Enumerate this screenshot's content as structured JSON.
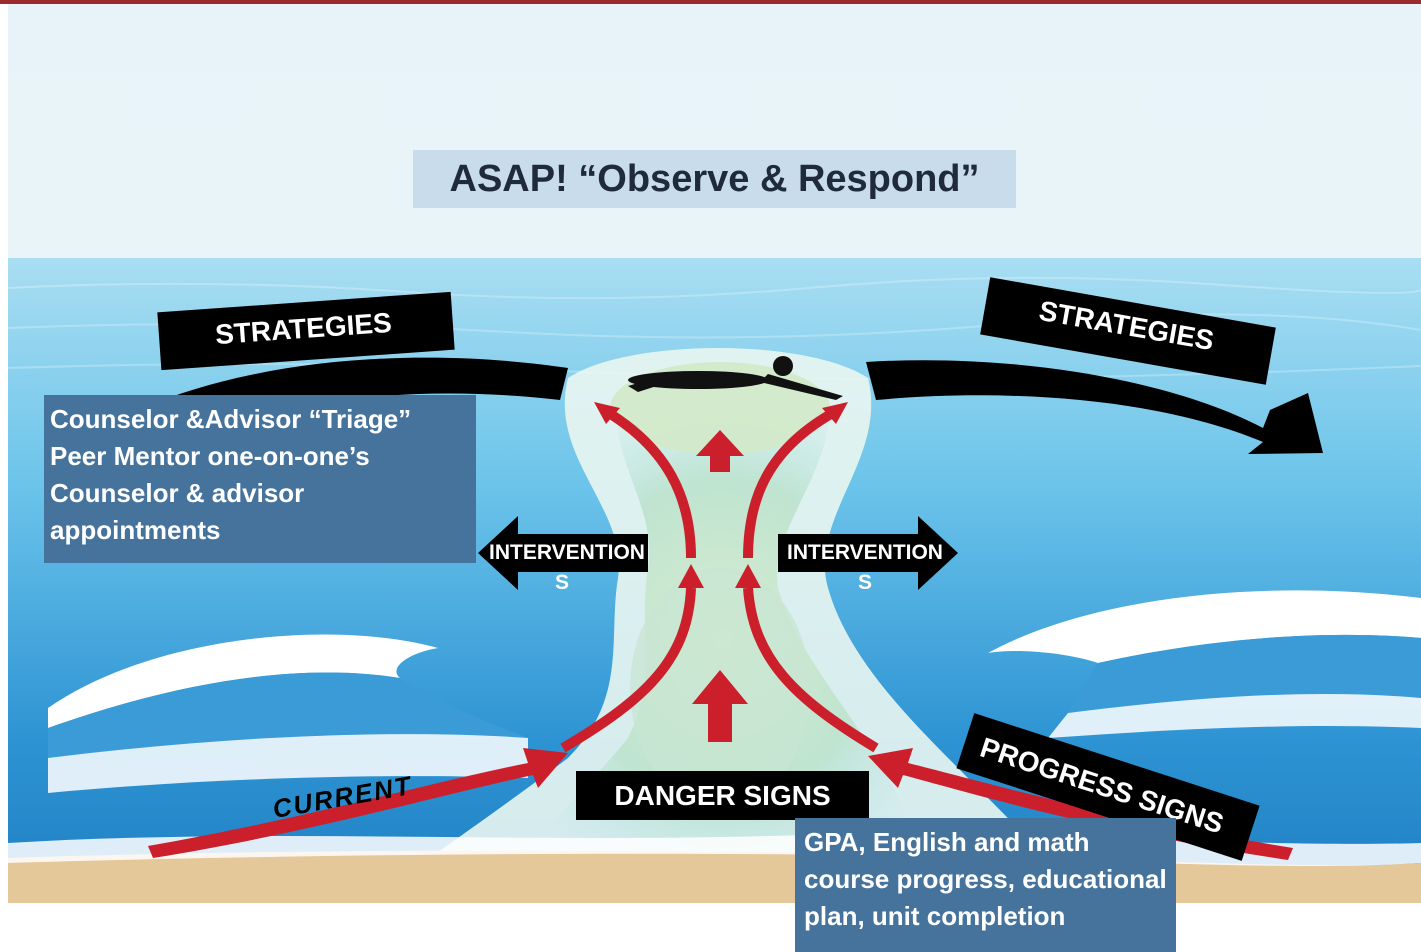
{
  "title": "ASAP! “Observe & Respond”",
  "labels": {
    "strategies_left": "STRATEGIES",
    "strategies_right": "STRATEGIES",
    "interventions_left_line1": "INTERVENTION",
    "interventions_left_line2": "S",
    "interventions_right_line1": "INTERVENTION",
    "interventions_right_line2": "S",
    "current": "CURRENT",
    "danger_signs": "DANGER SIGNS",
    "progress_signs": "PROGRESS SIGNS"
  },
  "strategies_box": {
    "lines": [
      "Counselor  &Advisor  “Triage”",
      "Peer Mentor one-on-one’s",
      "Counselor & advisor",
      "appointments"
    ]
  },
  "progress_box": {
    "lines": [
      "GPA, English and math",
      "course progress, educational",
      "plan, unit completion"
    ]
  },
  "colors": {
    "sea_light": "#a8dcef",
    "sea_mid": "#4fb5e2",
    "sea_deep": "#1b7fc4",
    "rip_sand": "#c8e5c5",
    "arrow_red": "#cc1f2c",
    "box_blue": "#45739c",
    "title_bg": "#c9dcec",
    "sand": "#e4c89a",
    "top_rule": "#9b2a2f"
  },
  "icons": [
    "swimmer-icon",
    "up-arrow-icon",
    "curved-arrow-icon"
  ]
}
